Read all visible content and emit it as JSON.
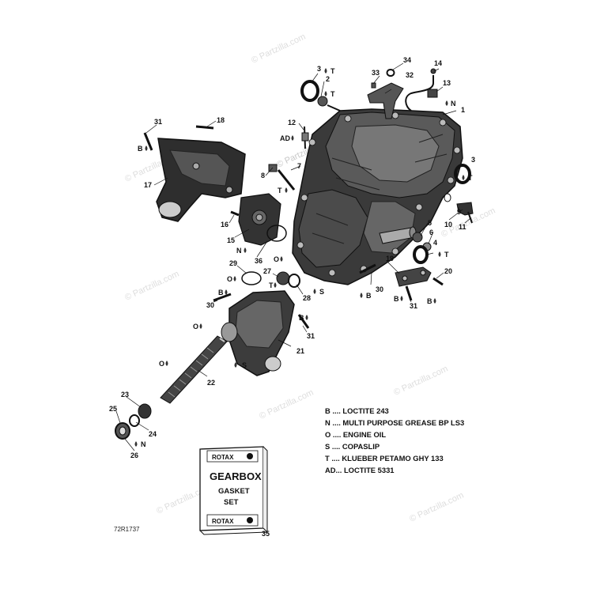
{
  "diagram": {
    "code": "72R1737",
    "watermark": "© Partzilla.com",
    "callouts": [
      {
        "id": "c1",
        "text": "1"
      },
      {
        "id": "c2",
        "text": "2"
      },
      {
        "id": "c3a",
        "text": "3"
      },
      {
        "id": "c3b",
        "text": "3"
      },
      {
        "id": "c4",
        "text": "4"
      },
      {
        "id": "c5",
        "text": "5"
      },
      {
        "id": "c6",
        "text": "6"
      },
      {
        "id": "c7",
        "text": "7"
      },
      {
        "id": "c8",
        "text": "8"
      },
      {
        "id": "c9",
        "text": "9"
      },
      {
        "id": "c10",
        "text": "10"
      },
      {
        "id": "c11",
        "text": "11"
      },
      {
        "id": "c12",
        "text": "12"
      },
      {
        "id": "c13",
        "text": "13"
      },
      {
        "id": "c14",
        "text": "14"
      },
      {
        "id": "c15",
        "text": "15"
      },
      {
        "id": "c16",
        "text": "16"
      },
      {
        "id": "c17",
        "text": "17"
      },
      {
        "id": "c18",
        "text": "18"
      },
      {
        "id": "c19",
        "text": "19"
      },
      {
        "id": "c20",
        "text": "20"
      },
      {
        "id": "c21",
        "text": "21"
      },
      {
        "id": "c22",
        "text": "22"
      },
      {
        "id": "c23",
        "text": "23"
      },
      {
        "id": "c24",
        "text": "24"
      },
      {
        "id": "c25",
        "text": "25"
      },
      {
        "id": "c26",
        "text": "26"
      },
      {
        "id": "c27",
        "text": "27"
      },
      {
        "id": "c28",
        "text": "28"
      },
      {
        "id": "c29",
        "text": "29"
      },
      {
        "id": "c30a",
        "text": "30"
      },
      {
        "id": "c30b",
        "text": "30"
      },
      {
        "id": "c31a",
        "text": "31"
      },
      {
        "id": "c31b",
        "text": "31"
      },
      {
        "id": "c31c",
        "text": "31"
      },
      {
        "id": "c32",
        "text": "32"
      },
      {
        "id": "c33",
        "text": "33"
      },
      {
        "id": "c34",
        "text": "34"
      },
      {
        "id": "c35",
        "text": "35"
      },
      {
        "id": "c36",
        "text": "36"
      }
    ],
    "marks": [
      {
        "id": "m1",
        "text": "T"
      },
      {
        "id": "m2",
        "text": "T"
      },
      {
        "id": "m3",
        "text": "N"
      },
      {
        "id": "m4",
        "text": "T"
      },
      {
        "id": "m5",
        "text": "B"
      },
      {
        "id": "m6",
        "text": "AD"
      },
      {
        "id": "m7",
        "text": "T"
      },
      {
        "id": "m8",
        "text": "T"
      },
      {
        "id": "m9",
        "text": "N"
      },
      {
        "id": "m10",
        "text": "O"
      },
      {
        "id": "m11",
        "text": "O"
      },
      {
        "id": "m12",
        "text": "T"
      },
      {
        "id": "m13",
        "text": "S"
      },
      {
        "id": "m14",
        "text": "B"
      },
      {
        "id": "m15",
        "text": "B"
      },
      {
        "id": "m16",
        "text": "B"
      },
      {
        "id": "m17",
        "text": "O"
      },
      {
        "id": "m18",
        "text": "S"
      },
      {
        "id": "m19",
        "text": "O"
      },
      {
        "id": "m20",
        "text": "B"
      },
      {
        "id": "m21",
        "text": "N"
      },
      {
        "id": "m22",
        "text": "B"
      }
    ],
    "legend": [
      "B .... LOCTITE 243",
      "N .... MULTI PURPOSE GREASE BP LS3",
      "O .... ENGINE OIL",
      "S .... COPASLIP",
      "T .... KLUEBER PETAMO GHY 133",
      "AD... LOCTITE 5331"
    ],
    "card": {
      "brand_top": "ROTAX",
      "line1": "GEARBOX",
      "line2": "GASKET",
      "line3": "SET",
      "brand_bottom": "ROTAX"
    }
  }
}
